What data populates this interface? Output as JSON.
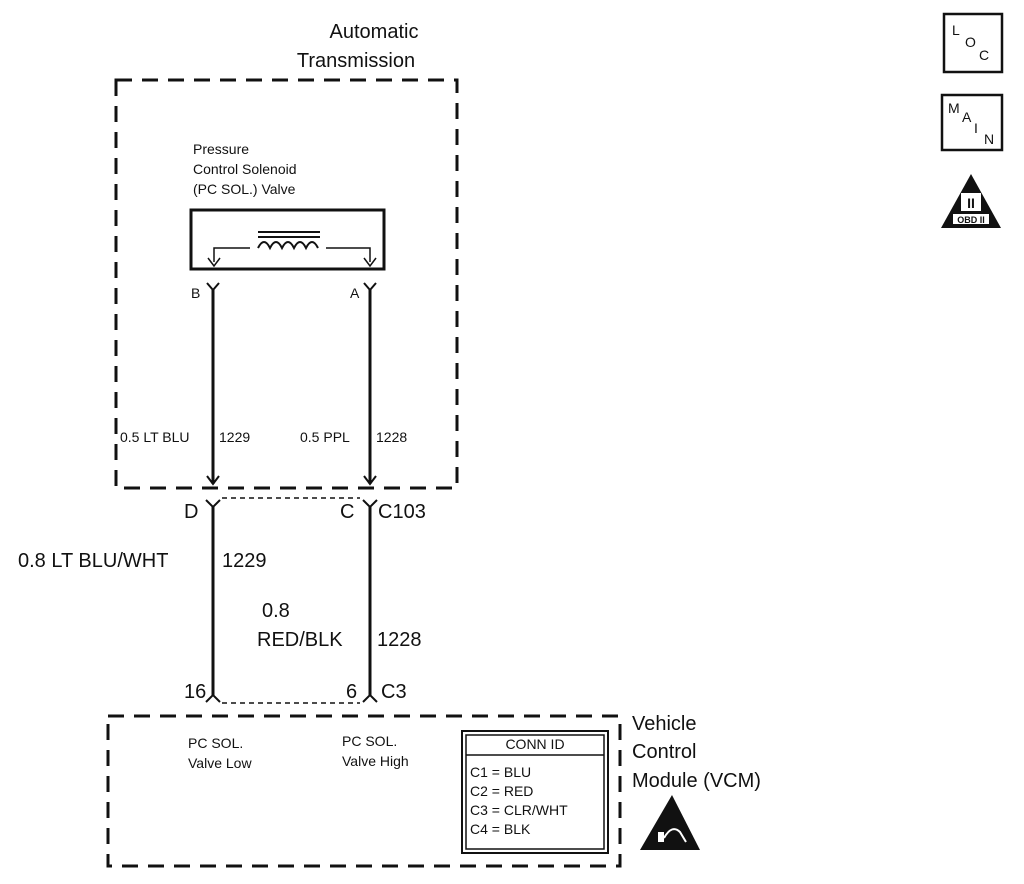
{
  "transmission": {
    "title_line1": "Automatic",
    "title_line2": "Transmission",
    "solenoid_line1": "Pressure",
    "solenoid_line2": "Control Solenoid",
    "solenoid_line3": "(PC SOL.) Valve",
    "pin_b": "B",
    "pin_a": "A",
    "wire_left_label": "0.5 LT BLU",
    "wire_left_circuit": "1229",
    "wire_right_label": "0.5 PPL",
    "wire_right_circuit": "1228"
  },
  "connector_c103": {
    "pin_d": "D",
    "pin_c": "C",
    "name": "C103"
  },
  "harness": {
    "left_wire_label": "0.8 LT BLU/WHT",
    "left_wire_circuit": "1229",
    "right_wire_label_line1": "0.8",
    "right_wire_label_line2": "RED/BLK",
    "right_wire_circuit": "1228"
  },
  "connector_c3": {
    "pin_16": "16",
    "pin_6": "6",
    "name": "C3"
  },
  "vcm": {
    "title_line1": "Vehicle",
    "title_line2": "Control",
    "title_line3": "Module (VCM)",
    "low_line1": "PC SOL.",
    "low_line2": "Valve Low",
    "high_line1": "PC SOL.",
    "high_line2": "Valve High",
    "conn_id_title": "CONN ID",
    "conn_ids": [
      "C1  =  BLU",
      "C2  =  RED",
      "C3  =  CLR/WHT",
      "C4  =  BLK"
    ]
  },
  "side_icons": {
    "loc": [
      "L",
      "O",
      "C"
    ],
    "main": [
      "M",
      "A",
      "I",
      "N"
    ],
    "obd": "OBD II",
    "obd_numeral": "II"
  }
}
